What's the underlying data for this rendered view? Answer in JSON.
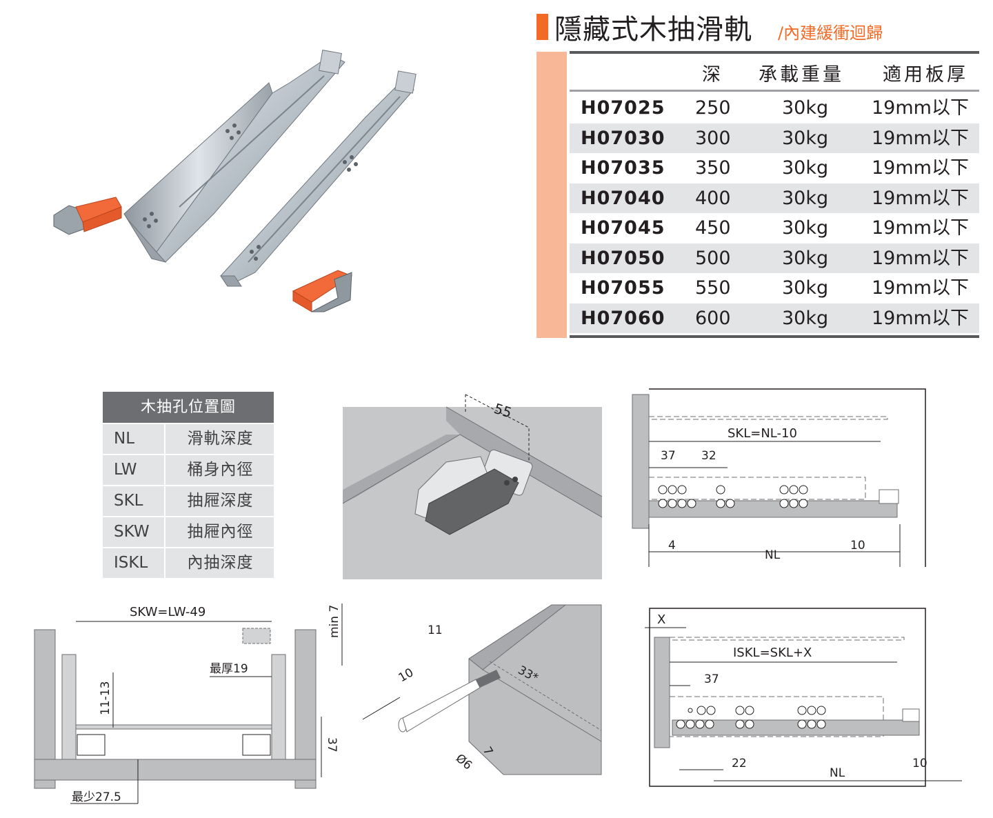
{
  "title": {
    "main": "隱藏式木抽滑軌",
    "sub": "/內建緩衝迴歸",
    "accent_color": "#f26a25"
  },
  "spec_table": {
    "headers": {
      "model": "",
      "depth": "深",
      "load": "承載重量",
      "thickness": "適用板厚"
    },
    "rows": [
      {
        "model": "H07025",
        "depth": "250",
        "load": "30kg",
        "thickness": "19mm以下"
      },
      {
        "model": "H07030",
        "depth": "300",
        "load": "30kg",
        "thickness": "19mm以下"
      },
      {
        "model": "H07035",
        "depth": "350",
        "load": "30kg",
        "thickness": "19mm以下"
      },
      {
        "model": "H07040",
        "depth": "400",
        "load": "30kg",
        "thickness": "19mm以下"
      },
      {
        "model": "H07045",
        "depth": "450",
        "load": "30kg",
        "thickness": "19mm以下"
      },
      {
        "model": "H07050",
        "depth": "500",
        "load": "30kg",
        "thickness": "19mm以下"
      },
      {
        "model": "H07055",
        "depth": "550",
        "load": "30kg",
        "thickness": "19mm以下"
      },
      {
        "model": "H07060",
        "depth": "600",
        "load": "30kg",
        "thickness": "19mm以下"
      }
    ]
  },
  "legend": {
    "title": "木抽孔位置圖",
    "rows": [
      {
        "key": "NL",
        "value": "滑軌深度"
      },
      {
        "key": "LW",
        "value": "桶身內徑"
      },
      {
        "key": "SKL",
        "value": "抽屜深度"
      },
      {
        "key": "SKW",
        "value": "抽屜內徑"
      },
      {
        "key": "ISKL",
        "value": "內抽深度"
      }
    ]
  },
  "diagrams": {
    "clip_mount": {
      "dim": "55"
    },
    "side_rail": {
      "skl_formula": "SKL=NL-10",
      "d37": "37",
      "d32": "32",
      "d4": "4",
      "d10": "10",
      "nl": "NL"
    },
    "front_section": {
      "skw_formula": "SKW=LW-49",
      "min7": "min 7",
      "max19": "最厚19",
      "range": "11-13",
      "d37": "37",
      "min275": "最少27.5"
    },
    "drilling": {
      "d11": "11",
      "d10": "10",
      "d33": "33*",
      "d7": "7",
      "dia6": "Ø6"
    },
    "inner_rail": {
      "x": "X",
      "iskl_formula": "ISKL=SKL+X",
      "d37": "37",
      "d22": "22",
      "d10": "10",
      "nl": "NL"
    }
  }
}
